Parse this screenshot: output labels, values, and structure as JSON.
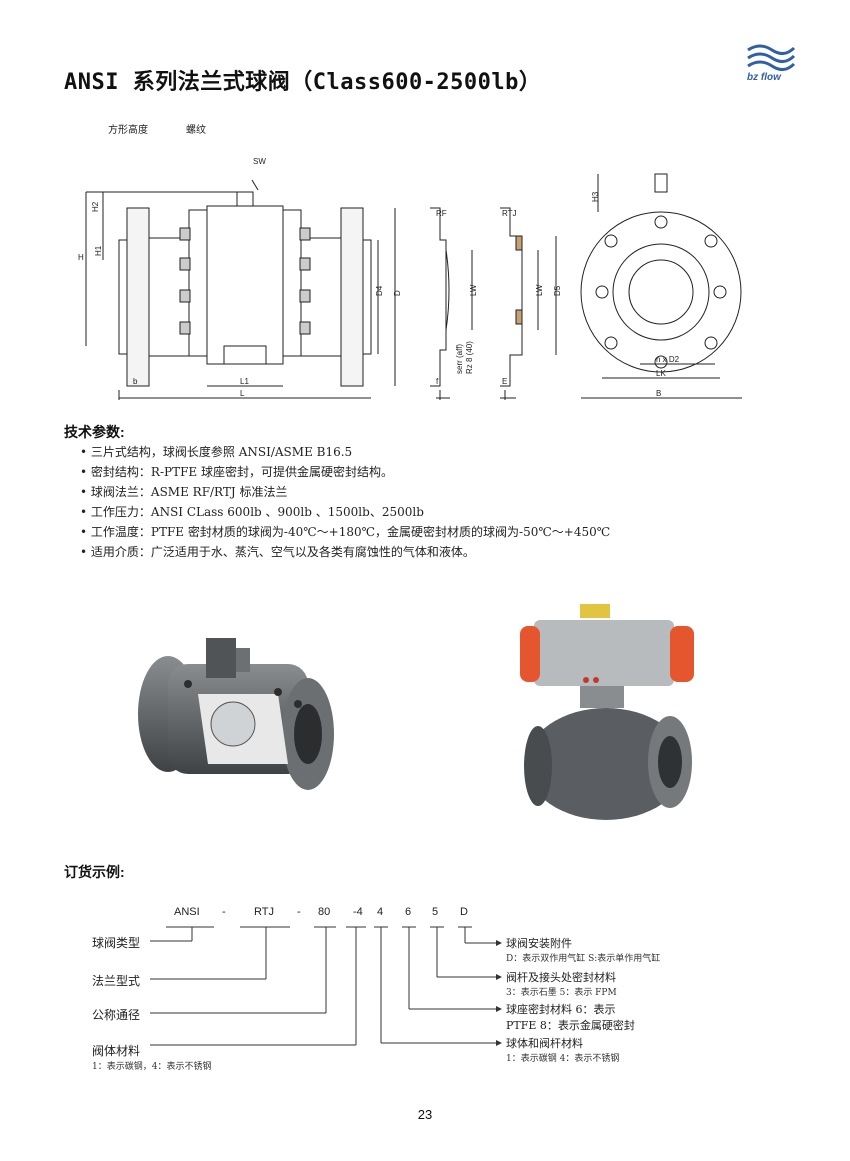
{
  "title": "ANSI 系列法兰式球阀（Class600-2500lb）",
  "logo": {
    "text": "bz flow",
    "brand_color": "#2e5fa7"
  },
  "drawing": {
    "top_labels": [
      "方形高度",
      "螺纹"
    ],
    "dims": {
      "sw": "SW",
      "h2": "H2",
      "h": "H",
      "h1": "H1",
      "d4": "D4",
      "d": "D",
      "b_small": "b",
      "l1": "L1",
      "l": "L",
      "rf": "RF",
      "rtj": "RTJ",
      "lw1": "LW",
      "lw2": "LW",
      "d5": "D5",
      "f": "f",
      "e": "E",
      "serr": "serr (aff)",
      "rz": "Rz 8 (40)",
      "h3": "H3",
      "nxd2": "n x D2",
      "lk": "LK",
      "b_big": "B"
    }
  },
  "tech": {
    "heading": "技术参数:",
    "items": [
      "三片式结构，球阀长度参照 ANSI/ASME B16.5",
      "密封结构：R-PTFE 球座密封，可提供金属硬密封结构。",
      "球阀法兰：ASME   RF/RTJ 标准法兰",
      "工作压力：ANSI CLass 600lb 、900lb 、1500lb、2500lb",
      "工作温度：PTFE 密封材质的球阀为-40℃～+180℃，金属硬密封材质的球阀为-50℃～+450℃",
      "适用介质：广泛适用于水、蒸汽、空气以及各类有腐蚀性的气体和液体。"
    ]
  },
  "order": {
    "heading": "订货示例:",
    "codes": [
      "ANSI",
      "-",
      "RTJ",
      "-",
      "80",
      "-4",
      "4",
      "6",
      "5",
      "D"
    ],
    "left_labels": [
      "球阀类型",
      "法兰型式",
      "公称通径",
      "阀体材料"
    ],
    "left_sub": "1：表示碳钢，4：表示不锈钢",
    "right": [
      {
        "title": "球阀安装附件",
        "sub": "D：表示双作用气缸 S:表示单作用气缸"
      },
      {
        "title": "阀杆及接头处密封材料",
        "sub": "3：表示石墨 5：表示 FPM"
      },
      {
        "title": "球座密封材料 6：表示",
        "sub": "PTFE 8：表示金属硬密封"
      },
      {
        "title": "球体和阀杆材料",
        "sub": "1：表示碳钢   4：表示不锈钢"
      }
    ]
  },
  "page_number": "23"
}
